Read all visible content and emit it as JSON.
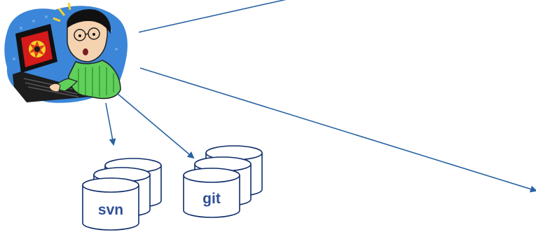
{
  "diagram": {
    "repositories": [
      {
        "id": "svn",
        "label": "svn"
      },
      {
        "id": "git",
        "label": "git"
      }
    ],
    "colors": {
      "arrow": "#2a63a3",
      "db_stroke": "#0f2d6b",
      "db_label": "#2f4f9a",
      "clipart_bg": "#3b86d8"
    },
    "icons": [
      "frustrated-user-at-computer-icon",
      "database-stack-icon"
    ]
  }
}
